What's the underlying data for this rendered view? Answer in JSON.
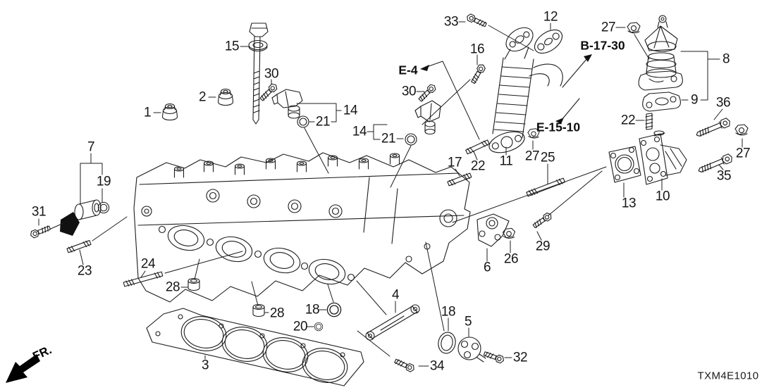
{
  "diagram": {
    "code": "TXM4E1010",
    "direction_label": "FR."
  },
  "references": {
    "e4": "E-4",
    "b1730": "B-17-30",
    "e1510": "E-15-10"
  },
  "callouts": {
    "c1": "1",
    "c2": "2",
    "c3": "3",
    "c4": "4",
    "c5": "5",
    "c6": "6",
    "c7": "7",
    "c8": "8",
    "c9": "9",
    "c10": "10",
    "c11": "11",
    "c12": "12",
    "c13": "13",
    "c14a": "14",
    "c14b": "14",
    "c15": "15",
    "c16": "16",
    "c17": "17",
    "c18a": "18",
    "c18b": "18",
    "c19": "19",
    "c20": "20",
    "c21a": "21",
    "c21b": "21",
    "c22a": "22",
    "c22b": "22",
    "c23": "23",
    "c24": "24",
    "c25": "25",
    "c26": "26",
    "c27a": "27",
    "c27b": "27",
    "c27c": "27",
    "c28a": "28",
    "c28b": "28",
    "c29": "29",
    "c30a": "30",
    "c30b": "30",
    "c31": "31",
    "c32": "32",
    "c33": "33",
    "c34": "34",
    "c35": "35",
    "c36": "36"
  },
  "colors": {
    "background": "#ffffff",
    "line": "#1c1c1c"
  }
}
